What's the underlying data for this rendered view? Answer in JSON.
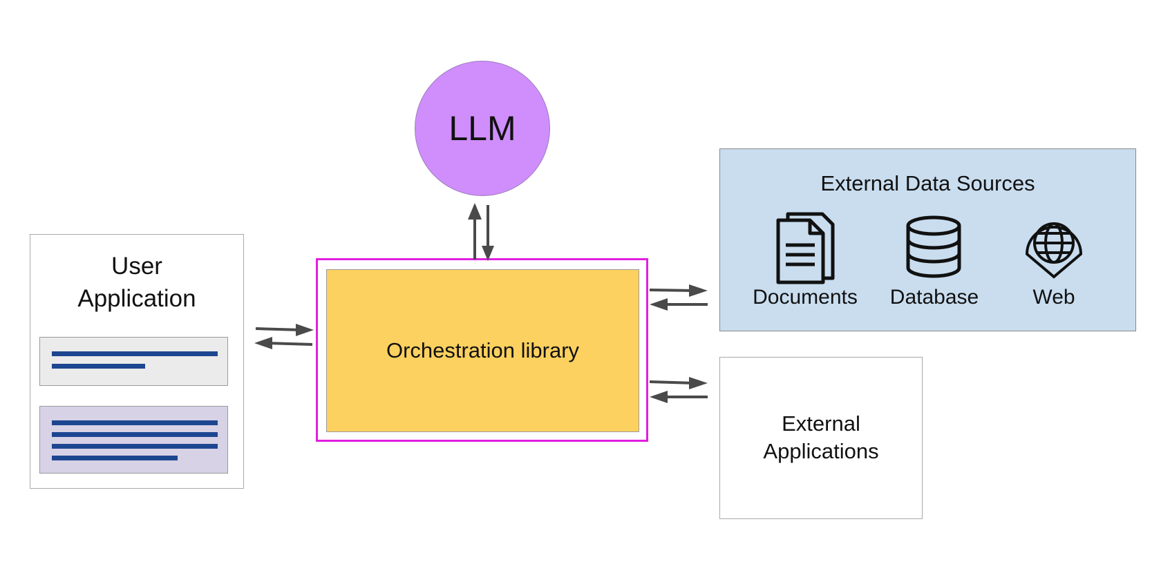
{
  "llm": {
    "label": "LLM"
  },
  "user_application": {
    "title": "User\nApplication",
    "messages": [
      {
        "lines": 2
      },
      {
        "lines": 4
      }
    ]
  },
  "orchestration": {
    "label": "Orchestration library"
  },
  "external_data_sources": {
    "title": "External Data Sources",
    "sources": [
      {
        "label": "Documents",
        "icon": "documents-icon"
      },
      {
        "label": "Database",
        "icon": "database-icon"
      },
      {
        "label": "Web",
        "icon": "web-globe-icon"
      }
    ]
  },
  "external_applications": {
    "label": "External\nApplications"
  },
  "colors": {
    "llm": "#cf8efc",
    "orchestration_fill": "#fdd15f",
    "orchestration_border": "#e01fe0",
    "data_sources_fill": "#c9ddef",
    "message_lines": "#1d4691",
    "arrows": "#4a4a4a"
  }
}
